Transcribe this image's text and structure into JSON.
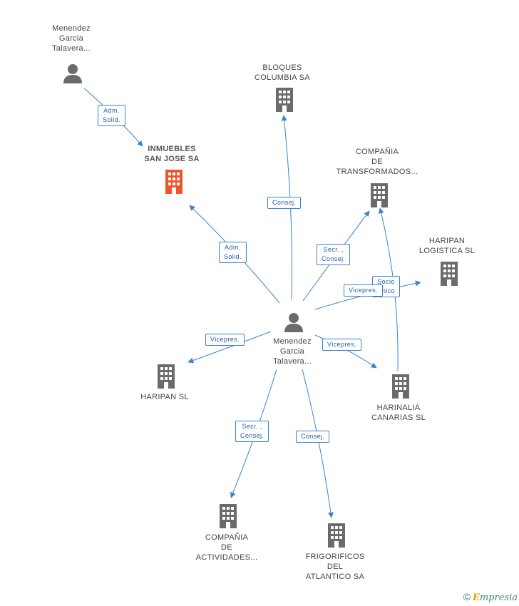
{
  "colors": {
    "edge": "#3a83cf",
    "icon_gray": "#6b6b6b",
    "icon_highlight": "#f0552a"
  },
  "nodes": [
    {
      "id": "person-top",
      "type": "person",
      "lines": [
        "Menendez",
        "Garcia",
        "Talavera..."
      ],
      "highlight": false
    },
    {
      "id": "inmuebles",
      "type": "company",
      "lines": [
        "INMUEBLES",
        "SAN JOSE SA"
      ],
      "highlight": true
    },
    {
      "id": "bloques",
      "type": "company",
      "lines": [
        "BLOQUES",
        "COLUMBIA SA"
      ],
      "highlight": false
    },
    {
      "id": "transformados",
      "type": "company",
      "lines": [
        "COMPAÑIA",
        "DE",
        "TRANSFORMADOS..."
      ],
      "highlight": false
    },
    {
      "id": "haripan-logistica",
      "type": "company",
      "lines": [
        "HARIPAN",
        "LOGISTICA SL"
      ],
      "highlight": false
    },
    {
      "id": "person-center",
      "type": "person",
      "lines": [
        "Menendez",
        "Garcia",
        "Talavera..."
      ],
      "highlight": false
    },
    {
      "id": "haripan",
      "type": "company",
      "lines": [
        "HARIPAN SL"
      ],
      "highlight": false
    },
    {
      "id": "harinalia",
      "type": "company",
      "lines": [
        "HARINALIA",
        "CANARIAS SL"
      ],
      "highlight": false
    },
    {
      "id": "actividades",
      "type": "company",
      "lines": [
        "COMPAÑIA",
        "DE",
        "ACTIVIDADES..."
      ],
      "highlight": false
    },
    {
      "id": "frigorificos",
      "type": "company",
      "lines": [
        "FRIGORIFICOS",
        "DEL",
        "ATLANTICO SA"
      ],
      "highlight": false
    }
  ],
  "edges": [
    {
      "id": "e1",
      "lines": [
        "Adm.",
        "Solid."
      ]
    },
    {
      "id": "e2",
      "lines": [
        "Adm.",
        "Solid."
      ]
    },
    {
      "id": "e3",
      "lines": [
        "Consej."
      ]
    },
    {
      "id": "e4",
      "lines": [
        "Secr. ,",
        "Consej."
      ]
    },
    {
      "id": "e5",
      "lines": [
        "Socio",
        "Único"
      ]
    },
    {
      "id": "e6",
      "lines": [
        "Vicepres."
      ]
    },
    {
      "id": "e7",
      "lines": [
        "Vicepres."
      ]
    },
    {
      "id": "e8",
      "lines": [
        "Vicepres."
      ]
    },
    {
      "id": "e9",
      "lines": [
        "Secr. ,",
        "Consej."
      ]
    },
    {
      "id": "e10",
      "lines": [
        "Consej."
      ]
    }
  ],
  "footer": {
    "copyright": "©",
    "brand_initial": "E",
    "brand_rest": "mpresia"
  }
}
